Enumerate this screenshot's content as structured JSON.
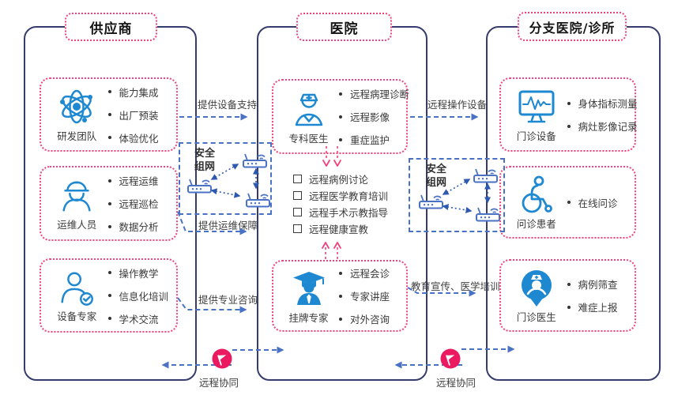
{
  "diagram": {
    "columns": [
      {
        "title": "供应商",
        "cards": [
          {
            "label": "研发团队",
            "icon": "atom-icon",
            "bullets": [
              "能力集成",
              "出厂预装",
              "体验优化"
            ]
          },
          {
            "label": "运维人员",
            "icon": "worker-helmet-icon",
            "bullets": [
              "远程运维",
              "远程巡检",
              "数据分析"
            ]
          },
          {
            "label": "设备专家",
            "icon": "expert-check-icon",
            "bullets": [
              "操作教学",
              "信息化培训",
              "学术交流"
            ]
          }
        ]
      },
      {
        "title": "医院",
        "cards": [
          {
            "label": "专科医生",
            "icon": "doctor-icon",
            "bullets": [
              "远程病理诊断",
              "远程影像",
              "重症监护"
            ]
          },
          {
            "label": "挂牌专家",
            "icon": "graduate-expert-icon",
            "bullets": [
              "远程会诊",
              "专家讲座",
              "对外咨询"
            ]
          }
        ],
        "checklist": [
          "远程病例讨论",
          "远程医学教育培训",
          "远程手术示教指导",
          "远程健康宣教"
        ]
      },
      {
        "title": "分支医院/诊所",
        "cards": [
          {
            "label": "门诊设备",
            "icon": "monitor-ecg-icon",
            "bullets": [
              "身体指标测量",
              "病灶影像记录"
            ]
          },
          {
            "label": "问诊患者",
            "icon": "wheelchair-patient-icon",
            "bullets": [
              "在线问诊"
            ]
          },
          {
            "label": "门诊医生",
            "icon": "clinic-doctor-pin-icon",
            "bullets": [
              "病例筛查",
              "难症上报"
            ]
          }
        ]
      }
    ],
    "arrows": {
      "supply_support": "提供设备支持",
      "ops_support": "提供运维保障",
      "consult_support": "提供专业咨询",
      "remote_operate": "远程操作设备",
      "education_training": "教育宣传、医学培训",
      "remote_collab_left": "远程协同",
      "remote_collab_right": "远程协同"
    },
    "secure_network": {
      "left_label": "安全组网",
      "right_label": "安全组网"
    },
    "colors": {
      "pink_border": "#f0437a",
      "navy_border": "#353c6b",
      "blue_arrow": "#4a72c4",
      "icon_blue": "#1e88d1",
      "magenta_badge": "#ea1960",
      "router_arrow": "#2e59b0",
      "text": "#3a3a3a"
    }
  }
}
